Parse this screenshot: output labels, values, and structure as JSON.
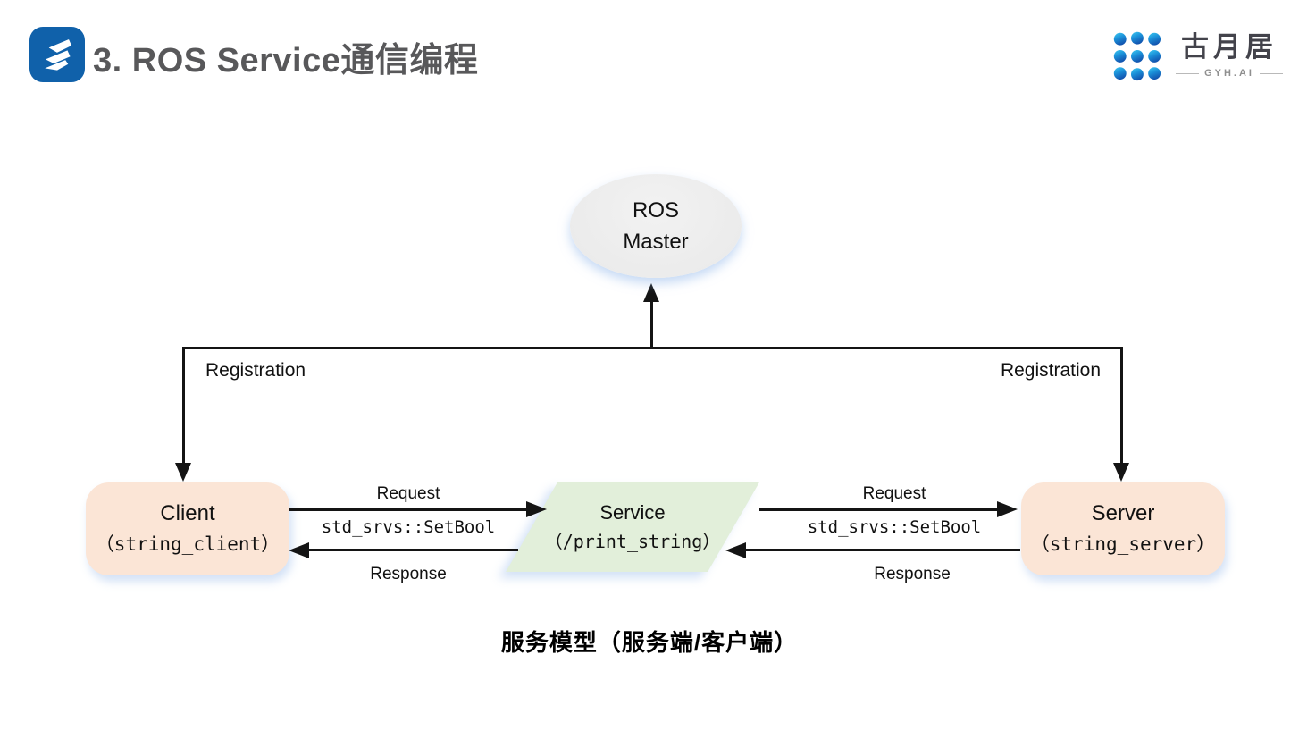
{
  "header": {
    "title": "3. ROS Service通信编程"
  },
  "logo": {
    "name": "古月居",
    "subtitle": "GYH.AI"
  },
  "diagram": {
    "master": {
      "line1": "ROS",
      "line2": "Master"
    },
    "client": {
      "title": "Client",
      "subtitle": "（string_client）"
    },
    "service": {
      "title": "Service",
      "subtitle": "（/print_string）"
    },
    "server": {
      "title": "Server",
      "subtitle": "（string_server）"
    },
    "edges": {
      "registration_left": "Registration",
      "registration_right": "Registration",
      "request_left": "Request",
      "type_left": "std_srvs::SetBool",
      "response_left": "Response",
      "request_right": "Request",
      "type_right": "std_srvs::SetBool",
      "response_right": "Response"
    },
    "caption": "服务模型（服务端/客户端）"
  },
  "colors": {
    "accent_blue": "#1061aa",
    "node_peach": "#fbe5d6",
    "node_green": "#e2efda",
    "node_gray": "#ebebeb",
    "line_black": "#141414",
    "title_gray": "#58585a"
  }
}
